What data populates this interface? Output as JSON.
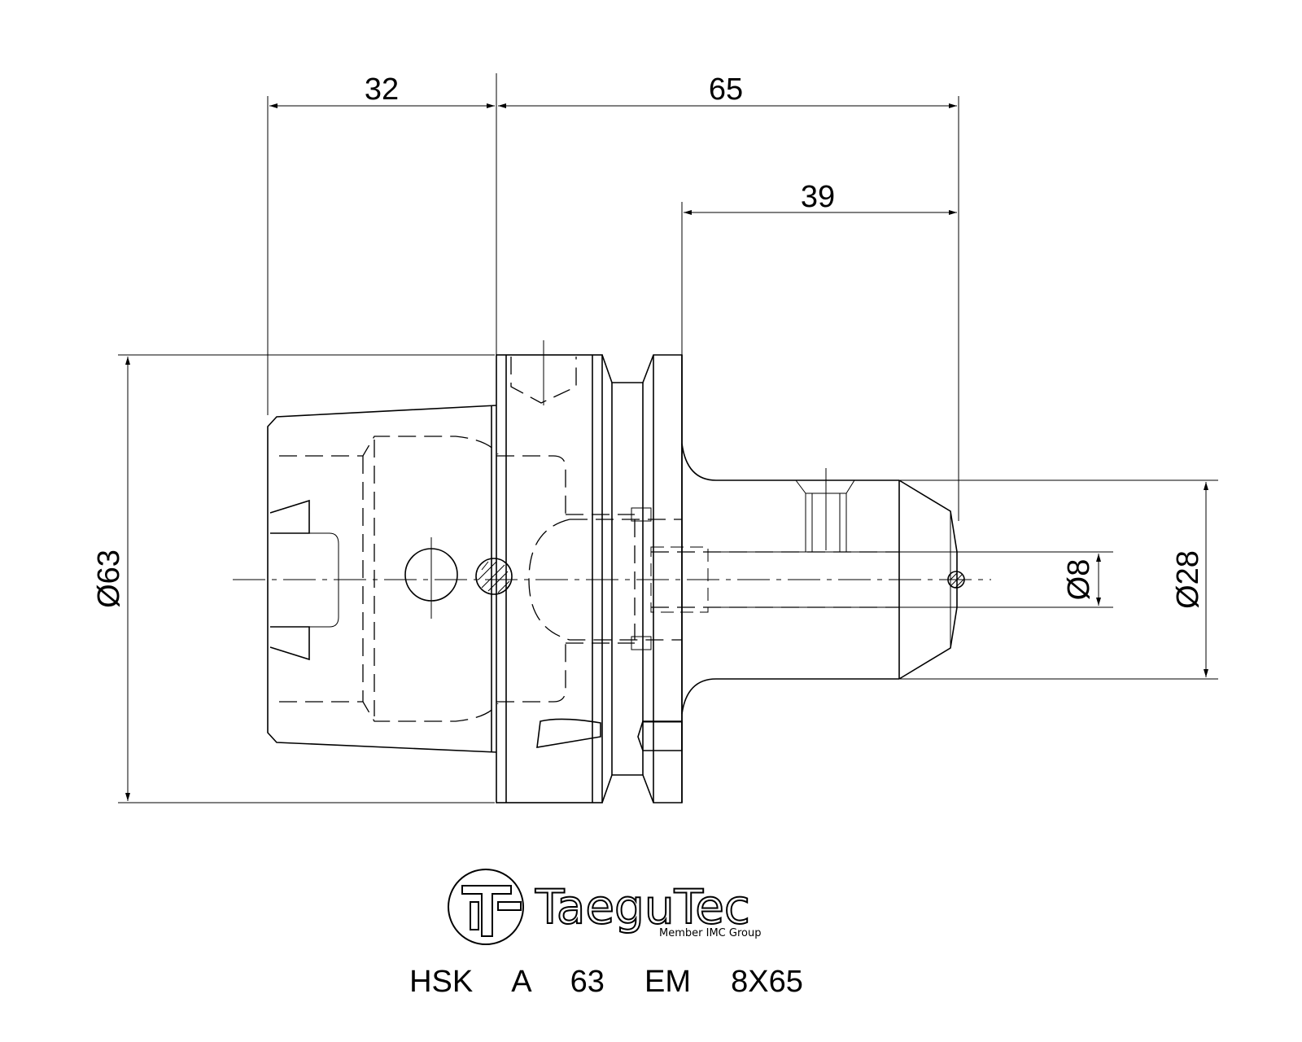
{
  "dimensions": {
    "dim_32": "32",
    "dim_65": "65",
    "dim_39": "39",
    "dia_63": "Ø63",
    "dia_8": "Ø8",
    "dia_28": "Ø28"
  },
  "logo": {
    "brand": "TaeguTec",
    "tagline": "Member IMC Group"
  },
  "model_designation": "HSK  A  63  EM  8X65",
  "colors": {
    "line": "#000000",
    "background": "#ffffff"
  }
}
